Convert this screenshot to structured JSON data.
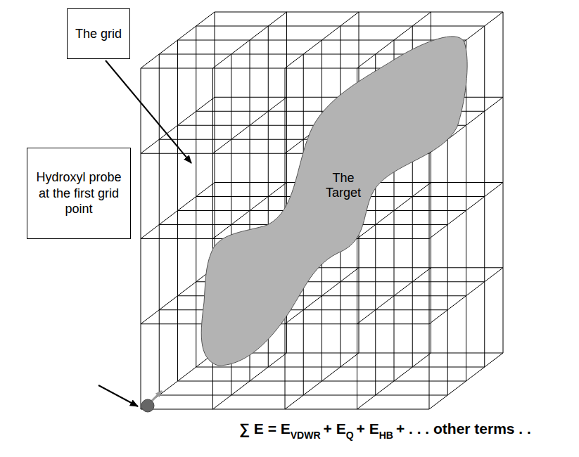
{
  "diagram": {
    "nodes": [
      {
        "text": [
          "The grid"
        ]
      },
      {
        "text": [
          "Hydroxyl probe at the first grid point"
        ]
      },
      {
        "text": [
          "The Target"
        ]
      }
    ],
    "labels": [
      "∑ E = E",
      "VDWR",
      "+ E",
      "Q",
      "+ E",
      "HB",
      "+ . . . other terms . ."
    ]
  }
}
